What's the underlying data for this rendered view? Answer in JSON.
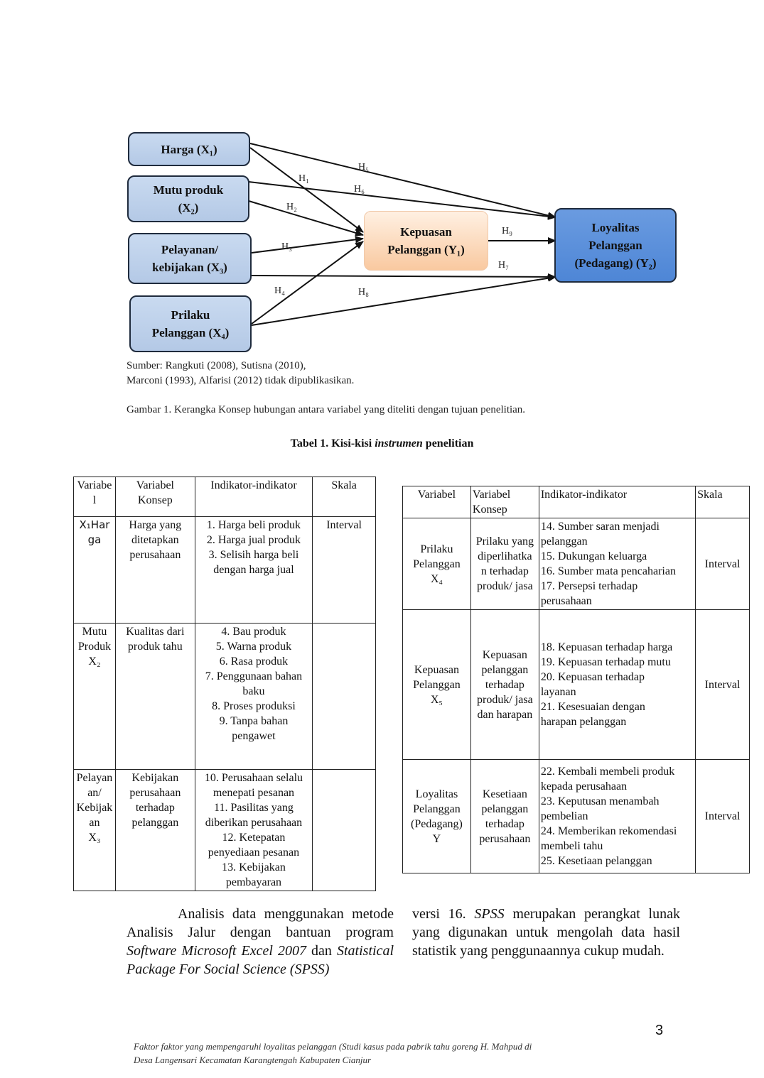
{
  "figure": {
    "nodes": {
      "x1": "Harga (X₁)",
      "x2": "Mutu produk\n(X₂)",
      "x3": "Pelayanan/\nkebijakan (X₃)",
      "x4": "Prilaku\nPelanggan (X₄)",
      "y1": "Kepuasan\nPelanggan (Y₁)",
      "y2": "Loyalitas\nPelanggan\n(Pedagang) (Y₂)"
    },
    "hypotheses": [
      "H₁",
      "H₂",
      "H₃",
      "H₄",
      "H₅",
      "H₆",
      "H₇",
      "H₈",
      "H₉"
    ],
    "source_line1": "Sumber: Rangkuti (2008), Sutisna (2010),",
    "source_line2": "Marconi (1993), Alfarisi (2012) tidak dipublikasikan.",
    "caption": "Gambar 1. Kerangka Konsep hubungan antara variabel yang diteliti dengan tujuan penelitian."
  },
  "table_title": {
    "prefix": "Tabel 1. Kisi-kisi ",
    "italic": "instrumen",
    "suffix": " penelitian"
  },
  "table_left": {
    "headers": [
      "Variabe\nl",
      "Variabel\nKonsep",
      "Indikator-indikator",
      "Skala"
    ],
    "rows": [
      [
        "X₁Har\nga",
        "Harga yang\nditetapkan\nperusahaan",
        "1. Harga beli produk\n2. Harga jual produk\n3. Selisih harga beli\ndengan harga jual",
        "Interval"
      ],
      [
        "Mutu\nProduk\nX₂",
        "Kualitas dari\nproduk tahu",
        "4. Bau produk\n5. Warna produk\n6. Rasa produk\n7. Penggunaan bahan\nbaku\n8. Proses produksi\n9. Tanpa bahan\npengawet",
        ""
      ],
      [
        "Pelayan\nan/\nKebijak\nan\nX₃",
        "Kebijakan\nperusahaan\nterhadap\npelanggan",
        "10. Perusahaan selalu\nmenepati pesanan\n11. Pasilitas yang\ndiberikan perusahaan\n12. Ketepatan\npenyediaan pesanan\n13. Kebijakan\npembayaran",
        ""
      ]
    ]
  },
  "table_right": {
    "headers": [
      "Variabel",
      "Variabel\nKonsep",
      "Indikator-indikator",
      "Skala"
    ],
    "rows": [
      [
        "Prilaku\nPelanggan\nX₄",
        "Prilaku yang\ndiperlihatka\nn terhadap\nproduk/ jasa",
        "14. Sumber saran menjadi\npelanggan\n15. Dukungan keluarga\n16. Sumber mata pencaharian\n17. Persepsi terhadap\nperusahaan",
        "Interval"
      ],
      [
        "Kepuasan\nPelanggan\nX₅",
        "Kepuasan\npelanggan\nterhadap\nproduk/ jasa\ndan harapan",
        "18. Kepuasan terhadap harga\n19. Kepuasan terhadap mutu\n20. Kepuasan terhadap\nlayanan\n21. Kesesuaian dengan\nharapan pelanggan",
        "Interval"
      ],
      [
        "Loyalitas\nPelanggan\n(Pedagang)\nY",
        "Kesetiaan\npelanggan\nterhadap\nperusahaan",
        "22. Kembali membeli produk\nkepada perusahaan\n23. Keputusan menambah\npembelian\n24. Memberikan rekomendasi\nmembeli tahu\n25. Kesetiaan pelanggan",
        "Interval"
      ]
    ]
  },
  "body": {
    "left_1": "Analisis data menggunakan metode Analisis Jalur dengan bantuan program ",
    "left_italic_1": "Software Microsoft Excel 2007",
    "left_2": " dan ",
    "left_italic_2": "Statistical Package For Social Science (SPSS)",
    "right_1": "versi 16. ",
    "right_italic": "SPSS",
    "right_2": " merupakan perangkat lunak yang digunakan untuk mengolah data hasil statistik yang penggunaannya cukup mudah."
  },
  "page_number": "3",
  "footer_line1": "Faktor faktor yang mempengaruhi loyalitas pelanggan (Studi kasus pada pabrik tahu goreng  H. Mahpud di",
  "footer_line2": "Desa Langensari Kecamatan Karangtengah Kabupaten Cianjur"
}
